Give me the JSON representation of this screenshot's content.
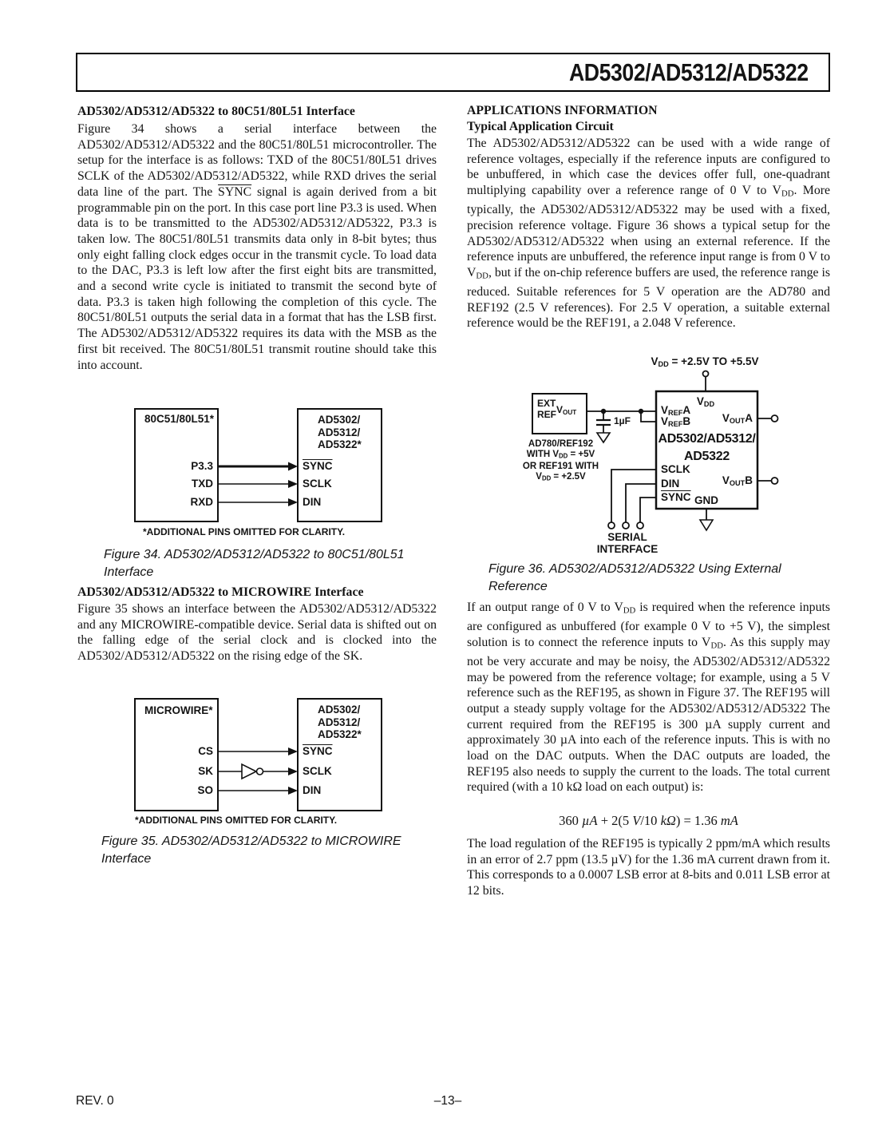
{
  "header": {
    "title": "AD5302/AD5312/AD5322"
  },
  "footer": {
    "rev": "REV. 0",
    "page": "–13–"
  },
  "left": {
    "s1_heading": "AD5302/AD5312/AD5322 to 80C51/80L51 Interface",
    "s1_para": [
      {
        "t": "Figure 34 shows a serial interface between the AD5302/AD5312/AD5322 and the 80C51/80L51 microcontroller. The setup for the interface is as follows: TXD of the 80C51/80L51 drives SCLK of the AD5302/AD5312/AD5322, while RXD drives the serial data line of the part. The "
      },
      {
        "t": "SYNC",
        "s": "ov"
      },
      {
        "t": " signal is again derived from a bit programmable pin on the port. In this case port line P3.3 is used. When data is to be transmitted to the AD5302/AD5312/AD5322, P3.3 is taken low. The 80C51/80L51 transmits data only in 8-bit bytes; thus only eight falling clock edges occur in the transmit cycle. To load data to the DAC, P3.3 is left low after the first eight bits are transmitted, and a second write cycle is initiated to transmit the second byte of data. P3.3 is taken high following the completion of this cycle. The 80C51/80L51 outputs the serial data in a format that has the LSB first. The AD5302/AD5312/AD5322 requires its data with the MSB as the first bit received. The 80C51/80L51 transmit routine should take this into account."
      }
    ],
    "fig34": {
      "mcu_label": "80C51/80L51*",
      "dac_label_lines": [
        "AD5302/",
        "AD5312/",
        "AD5322*"
      ],
      "mcu_pins": [
        "P3.3",
        "TXD",
        "RXD"
      ],
      "dac_pin_sync": [
        {
          "t": "SYNC",
          "s": "ov"
        }
      ],
      "dac_pin_sclk": "SCLK",
      "dac_pin_din": "DIN",
      "footnote": "*ADDITIONAL PINS OMITTED FOR CLARITY.",
      "caption": "Figure 34. AD5302/AD5312/AD5322 to 80C51/80L51 Interface"
    },
    "s2_heading": "AD5302/AD5312/AD5322 to MICROWIRE Interface",
    "s2_para": [
      {
        "t": "Figure 35 shows an interface between the AD5302/AD5312/AD5322 and any MICROWIRE-compatible device. Serial data is shifted out on the falling edge of the serial clock and is clocked into the AD5302/AD5312/AD5322 on the rising edge of the SK."
      }
    ],
    "fig35": {
      "host_label": "MICROWIRE*",
      "dac_label_lines": [
        "AD5302/",
        "AD5312/",
        "AD5322*"
      ],
      "host_pins": [
        "CS",
        "SK",
        "SO"
      ],
      "dac_pin_sync": [
        {
          "t": "SYNC",
          "s": "ov"
        }
      ],
      "dac_pin_sclk": "SCLK",
      "dac_pin_din": "DIN",
      "footnote": "*ADDITIONAL PINS OMITTED FOR CLARITY.",
      "caption": "Figure 35. AD5302/AD5312/AD5322 to MICROWIRE Interface"
    }
  },
  "right": {
    "h1": "APPLICATIONS INFORMATION",
    "h2": "Typical Application Circuit",
    "p1": [
      {
        "t": "The AD5302/AD5312/AD5322 can be used with a wide range of reference voltages, especially if the reference inputs are configured to be unbuffered, in which case the devices offer full, one-quadrant multiplying capability over a reference range of 0 V to V"
      },
      {
        "t": "DD",
        "s": "sub"
      },
      {
        "t": ". More typically, the AD5302/AD5312/AD5322 may be used with a fixed, precision reference voltage. Figure 36 shows a typical setup for the AD5302/AD5312/AD5322 when using an external reference. If the reference inputs are unbuffered, the reference input range is from 0 V to V"
      },
      {
        "t": "DD",
        "s": "sub"
      },
      {
        "t": ", but if the on-chip reference buffers are used, the reference range is reduced. Suitable references for 5 V operation are the AD780 and REF192 (2.5 V references). For 2.5 V operation, a suitable external reference would be the REF191, a 2.048 V reference."
      }
    ],
    "fig36": {
      "vdd_top": [
        {
          "t": "V"
        },
        {
          "t": "DD",
          "s": "sub"
        },
        {
          "t": " = +2.5V TO +5.5V"
        }
      ],
      "ext_ref_line1": "EXT",
      "ext_ref_line2": "REF",
      "ext_vout": [
        {
          "t": "V"
        },
        {
          "t": "OUT",
          "s": "sub"
        }
      ],
      "cap_label": "1µF",
      "ref_note_lines": [
        [
          {
            "t": "AD780/REF192"
          }
        ],
        [
          {
            "t": "WITH V"
          },
          {
            "t": "DD",
            "s": "sub"
          },
          {
            "t": " = +5V"
          }
        ],
        [
          {
            "t": "OR REF191 WITH"
          }
        ],
        [
          {
            "t": "V"
          },
          {
            "t": "DD",
            "s": "sub"
          },
          {
            "t": " = +2.5V"
          }
        ]
      ],
      "chip_vdd": [
        {
          "t": "V"
        },
        {
          "t": "DD",
          "s": "sub"
        }
      ],
      "pin_vrefa": [
        {
          "t": "V"
        },
        {
          "t": "REF",
          "s": "sub"
        },
        {
          "t": "A"
        }
      ],
      "pin_vrefb": [
        {
          "t": "V"
        },
        {
          "t": "REF",
          "s": "sub"
        },
        {
          "t": "B"
        }
      ],
      "chip_name_line1": "AD5302/AD5312/",
      "chip_name_line2": "AD5322",
      "pin_sclk": "SCLK",
      "pin_din": "DIN",
      "pin_sync": [
        {
          "t": "SYNC",
          "s": "ov"
        }
      ],
      "pin_vouta": [
        {
          "t": "V"
        },
        {
          "t": "OUT",
          "s": "sub"
        },
        {
          "t": "A"
        }
      ],
      "pin_voutb": [
        {
          "t": "V"
        },
        {
          "t": "OUT",
          "s": "sub"
        },
        {
          "t": "B"
        }
      ],
      "gnd": "GND",
      "serial_line1": "SERIAL",
      "serial_line2": "INTERFACE",
      "caption": "Figure 36. AD5302/AD5312/AD5322 Using External Reference"
    },
    "p2": [
      {
        "t": "If an output range of 0 V to V"
      },
      {
        "t": "DD",
        "s": "sub"
      },
      {
        "t": " is required when the reference inputs are configured as unbuffered (for example 0 V to +5 V), the simplest solution is to connect the reference inputs to V"
      },
      {
        "t": "DD",
        "s": "sub"
      },
      {
        "t": ". As this supply may not be very accurate and may be noisy, the AD5302/AD5312/AD5322 may be powered from the reference voltage; for example, using a 5 V reference such as the REF195, as shown in Figure 37. The REF195 will output a steady supply voltage for the AD5302/AD5312/AD5322 The current required from the REF195 is 300 µA supply current and approximately 30 µA into each of the reference inputs. This is with no load on the DAC outputs. When the DAC outputs are loaded, the REF195 also needs to supply the current to the loads. The total current required (with a 10 kΩ load on each output) is:"
      }
    ],
    "equation": [
      {
        "t": "360 "
      },
      {
        "t": "µA",
        "s": "i"
      },
      {
        "t": " + 2(5 "
      },
      {
        "t": "V",
        "s": "i"
      },
      {
        "t": "/10 "
      },
      {
        "t": "kΩ",
        "s": "i"
      },
      {
        "t": ") = 1.36 "
      },
      {
        "t": "mA",
        "s": "i"
      }
    ],
    "p3": [
      {
        "t": "The load regulation of the REF195 is typically 2 ppm/mA which results in an error of 2.7 ppm (13.5 µV) for the 1.36 mA current drawn from it. This corresponds to a 0.0007 LSB error at 8-bits and 0.011 LSB error at 12 bits."
      }
    ]
  }
}
